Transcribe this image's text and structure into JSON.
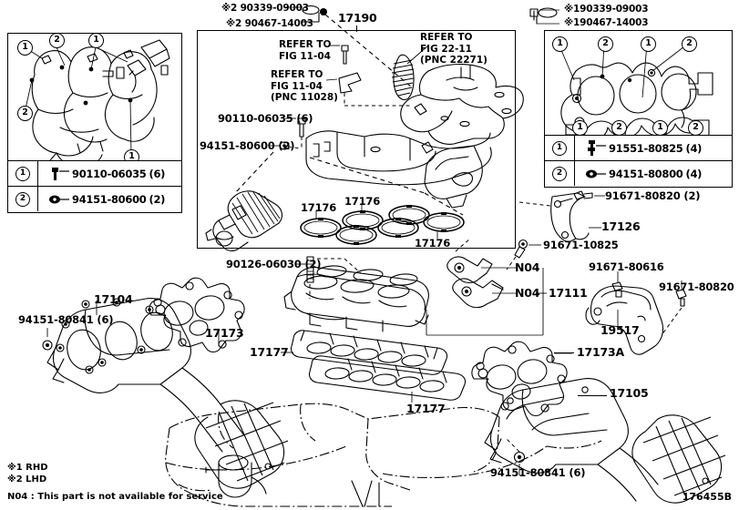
{
  "diagram": {
    "id": "176455B",
    "title": "Manifold - Intake & Exhaust",
    "line_color": "#000000",
    "background": "#ffffff"
  },
  "notes": {
    "rhd": "※1 RHD",
    "lhd": "※2 LHD",
    "n04": "N04 : This part is not available for service"
  },
  "left_inset": {
    "name": "intake-manifold-hose-routing-inset",
    "balloons": [
      "1",
      "2",
      "1",
      "2",
      "1"
    ],
    "table": [
      {
        "id": "1",
        "part": "90110-06035",
        "qty": "(6)",
        "icon": "bolt-icon"
      },
      {
        "id": "2",
        "part": "94151-80600",
        "qty": "(2)",
        "icon": "nut-icon"
      }
    ]
  },
  "right_inset": {
    "name": "cylinder-head-gasket-inset",
    "balloons": [
      "1",
      "2",
      "1",
      "2",
      "1",
      "2",
      "1",
      "2"
    ],
    "table": [
      {
        "id": "1",
        "part": "91551-80825",
        "qty": "(4)",
        "icon": "stud-bolt-icon"
      },
      {
        "id": "2",
        "part": "94151-80800",
        "qty": "(4)",
        "icon": "nut-icon"
      }
    ],
    "top_labels": [
      "※190339-09003",
      "※190467-14003"
    ]
  },
  "main_box": {
    "name": "intake-manifold-assembly-box",
    "top_labels": [
      "※2 90339-09003",
      "※2 90467-14003"
    ],
    "callout_17190": "17190",
    "refs": [
      {
        "line1": "REFER TO",
        "line2": "FIG 11-04",
        "line3": ""
      },
      {
        "line1": "REFER TO",
        "line2": "FIG 11-04",
        "line3": "(PNC 11028)"
      },
      {
        "line1": "REFER TO",
        "line2": "FIG 22-11",
        "line3": "(PNC 22271)"
      }
    ],
    "fasteners": [
      {
        "part": "90110-06035",
        "qty": "(6)"
      },
      {
        "part": "94151-80600",
        "qty": "(2)"
      }
    ],
    "gaskets_17176": [
      "17176",
      "17176",
      "17176"
    ]
  },
  "parts": {
    "p17104": "17104",
    "p17173": "17173",
    "p17173a": "17173A",
    "p17105": "17105",
    "p17111": "17111",
    "p17126": "17126",
    "p19517": "19517",
    "p17177_a": "17177",
    "p17177_b": "17177",
    "n04_upper": "N04",
    "n04_lower": "N04"
  },
  "fasteners": {
    "f94151_80841_left": "94151-80841 (6)",
    "f94151_80841_bottom": "94151-80841 (6)",
    "f90126_06030": "90126-06030 (2)",
    "f91671_80820_2": "91671-80820 (2)",
    "f91671_10825": "91671-10825",
    "f91671_80616": "91671-80616",
    "f91671_80820": "91671-80820"
  }
}
